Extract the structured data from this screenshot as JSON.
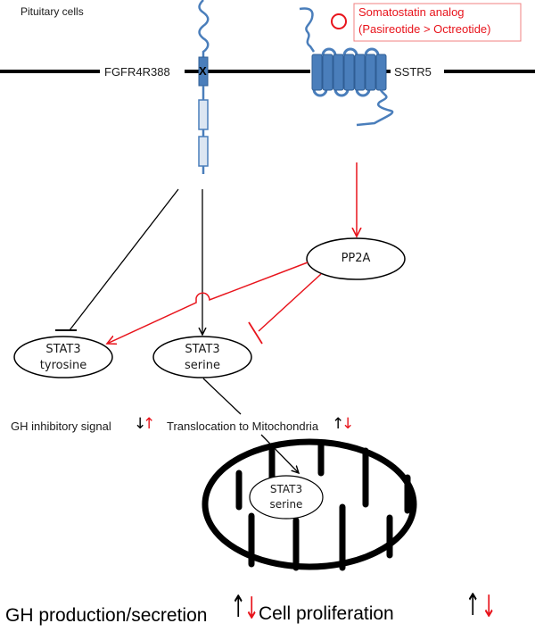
{
  "title": "Pituitary cells",
  "colors": {
    "receptor_blue": "#4a7ebb",
    "receptor_light": "#dce6f2",
    "inhibit_red": "#e8141c",
    "line_black": "#000000"
  },
  "membrane": {
    "fgfr_label": "FGFR4R388",
    "fgfr_mark": "X",
    "sstr_label": "SSTR5"
  },
  "ligand": {
    "line1": "Somatostatin analog",
    "line2": "(Pasireotide > Octreotide)"
  },
  "nodes": {
    "pp2a": "PP2A",
    "stat3_tyr": {
      "line1": "STAT3",
      "line2": "tyrosine"
    },
    "stat3_ser": {
      "line1": "STAT3",
      "line2": "serine"
    },
    "stat3_mito": {
      "line1": "STAT3",
      "line2": "serine"
    }
  },
  "effects": {
    "gh_inhibitory": "GH inhibitory signal",
    "translocation": "Translocation to Mitochondria",
    "gh_production": "GH production/secretion",
    "cell_proliferation": "Cell proliferation"
  },
  "arrows": {
    "up": "↑",
    "down": "↓"
  }
}
